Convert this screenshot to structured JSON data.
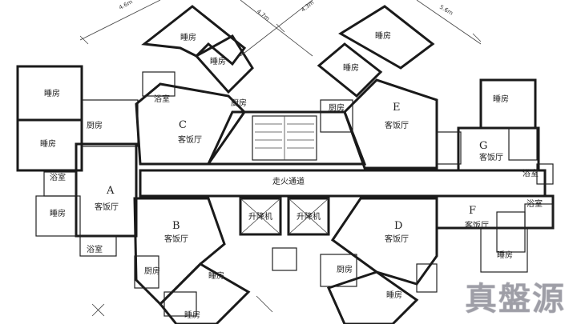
{
  "plan": {
    "flats": [
      "A",
      "B",
      "C",
      "D",
      "E",
      "F",
      "G"
    ],
    "corridor": "走火通道",
    "lifts": [
      "升降机",
      "升降机"
    ],
    "rooms": {
      "bedroom": "睡房",
      "living": "客饭厅",
      "kitchen": "厨房",
      "bath": "浴室"
    },
    "dims": [
      "4.6m",
      "4.7m",
      "4.3m",
      "5.6m"
    ]
  },
  "watermark": "真盤源"
}
